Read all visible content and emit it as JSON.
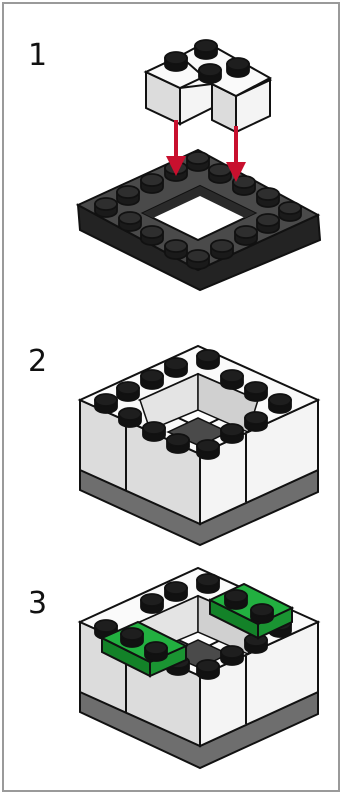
{
  "steps": [
    {
      "number": "1"
    },
    {
      "number": "2"
    },
    {
      "number": "3"
    }
  ],
  "colors": {
    "white_brick": "#f4f4f4",
    "white_brick_side": "#d8d8d8",
    "dark_plate": "#3c3c3c",
    "dark_plate_side": "#232323",
    "gray_base": "#6e6e6e",
    "green_plate": "#1fa33a",
    "green_side": "#138228",
    "arrow": "#c8102e",
    "outline": "#111111"
  }
}
